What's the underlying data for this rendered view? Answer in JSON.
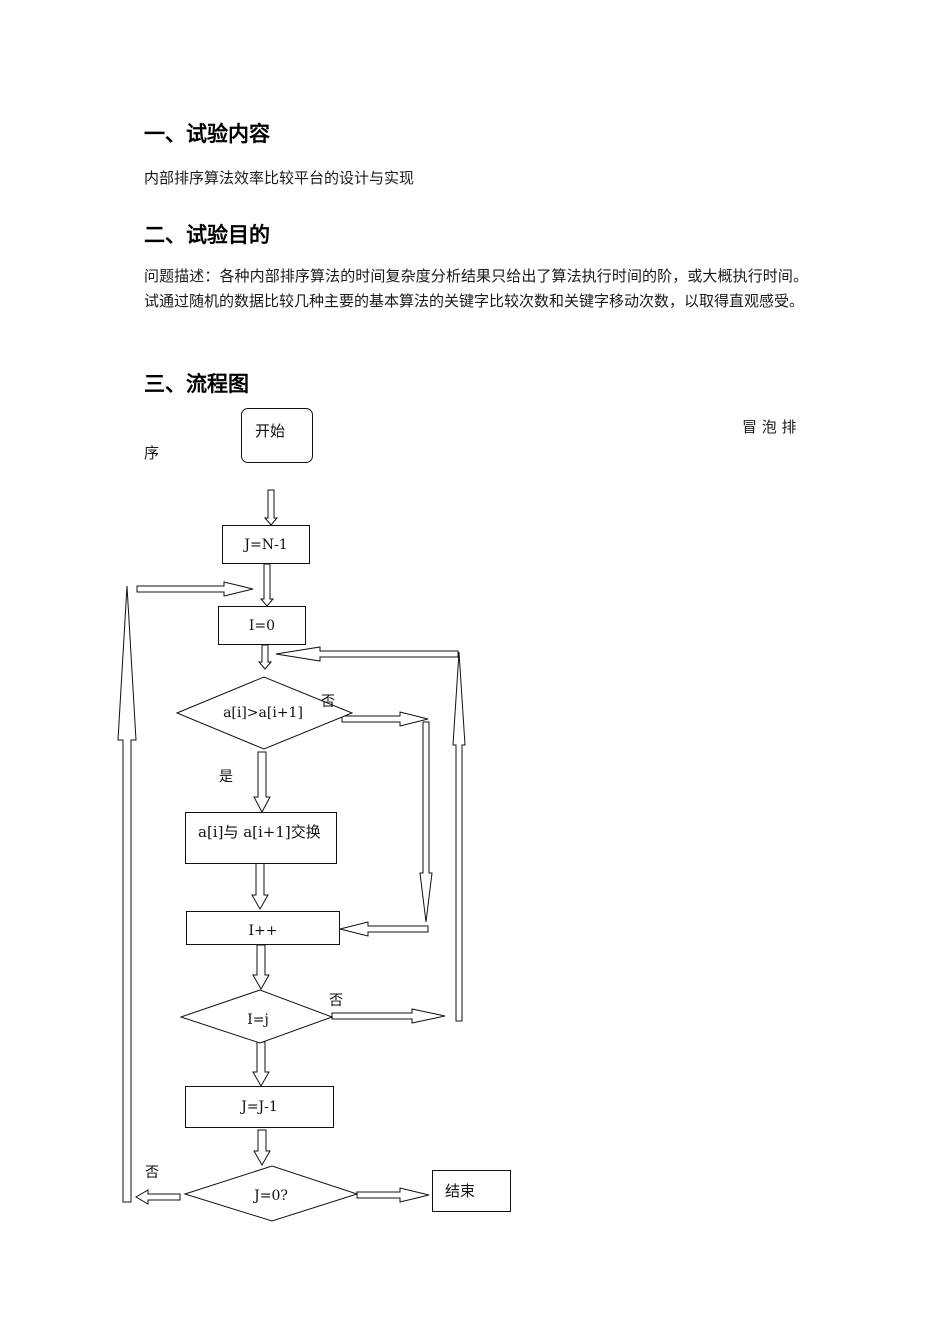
{
  "sections": [
    {
      "heading": "一、试验内容",
      "body": "内部排序算法效率比较平台的设计与实现"
    },
    {
      "heading": "二、试验目的",
      "body": "问题描述：各种内部排序算法的时间复杂度分析结果只给出了算法执行时间的阶，或大概执行时间。试通过随机的数据比较几种主要的基本算法的关键字比较次数和关键字移动次数，以取得直观感受。"
    },
    {
      "heading": "三、流程图"
    }
  ],
  "flowchart": {
    "caption_part1": "冒 泡 排",
    "caption_part2": "序",
    "nodes": {
      "start": "开始",
      "init_j": "J=N-1",
      "init_i": "I=0",
      "compare": "a[i]>a[i+1]",
      "swap": "a[i]与 a[i+1]交换",
      "inc_i": "I++",
      "check_ij": "I=j",
      "dec_j": "J=J-1",
      "check_j0": "J=0?",
      "end": "结束"
    },
    "labels": {
      "compare_no": "否",
      "compare_yes": "是",
      "check_ij_no": "否",
      "check_j0_no": "否"
    }
  }
}
